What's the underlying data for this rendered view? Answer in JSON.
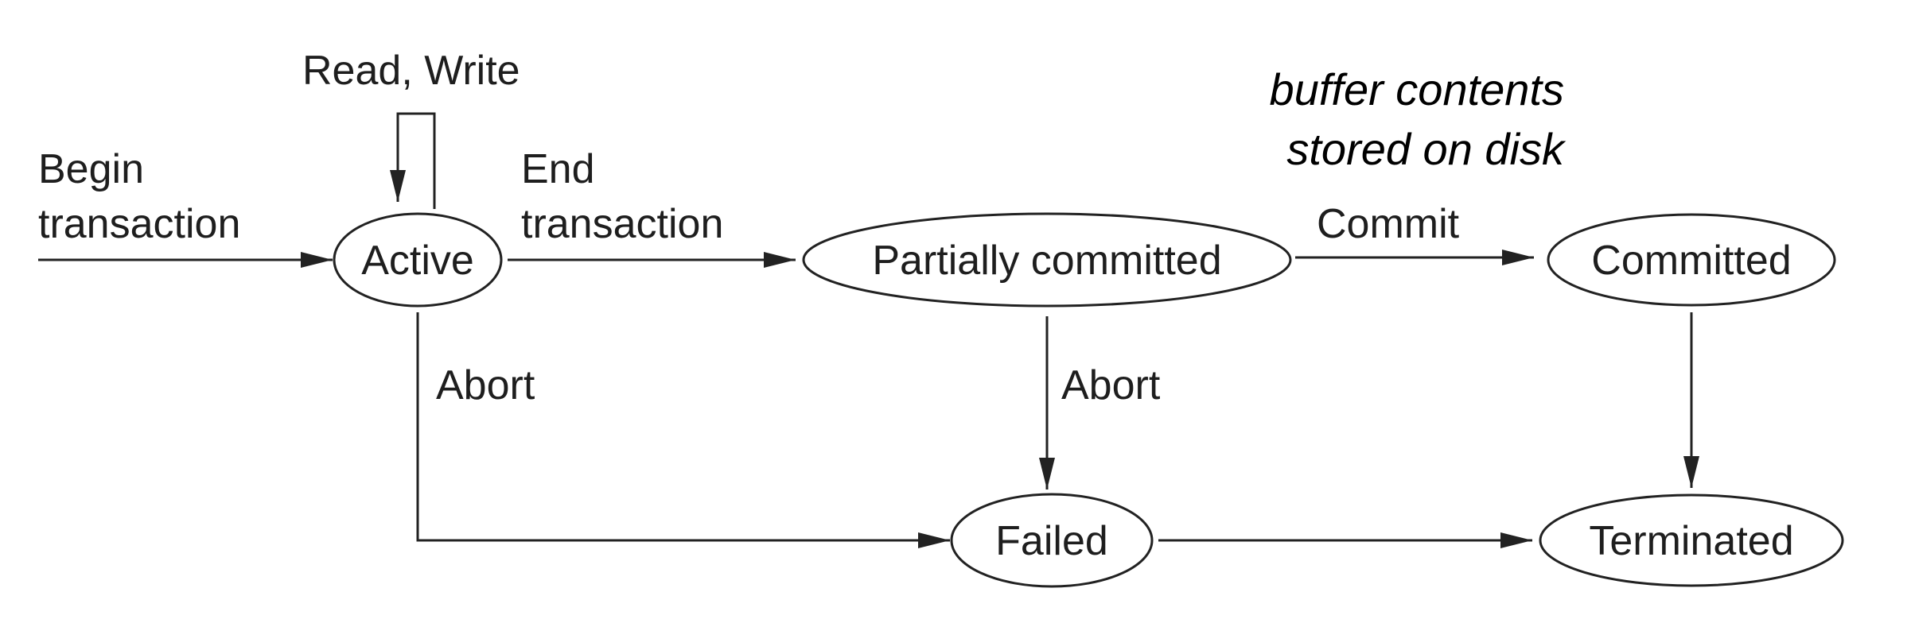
{
  "nodes": {
    "active": "Active",
    "partially_committed": "Partially committed",
    "committed": "Committed",
    "failed": "Failed",
    "terminated": "Terminated"
  },
  "edges": {
    "read_write": "Read, Write",
    "begin_line1": "Begin",
    "begin_line2": "transaction",
    "end_line1": "End",
    "end_line2": "transaction",
    "commit": "Commit",
    "abort_active": "Abort",
    "abort_partial": "Abort"
  },
  "note": {
    "line1": "buffer contents",
    "line2": "stored on disk"
  }
}
